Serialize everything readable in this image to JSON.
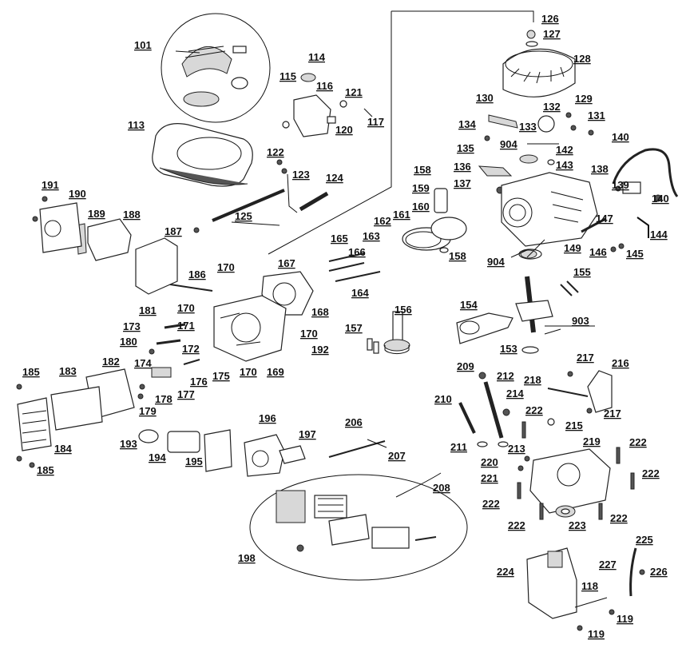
{
  "labels": [
    "101",
    "113",
    "114",
    "115",
    "116",
    "117",
    "118",
    "119",
    "120",
    "121",
    "122",
    "123",
    "124",
    "125",
    "126",
    "127",
    "128",
    "129",
    "130",
    "131",
    "132",
    "133",
    "134",
    "135",
    "136",
    "137",
    "138",
    "139",
    "140",
    "142",
    "143",
    "144",
    "145",
    "146",
    "147",
    "149",
    "153",
    "154",
    "155",
    "156",
    "157",
    "158",
    "159",
    "160",
    "161",
    "162",
    "163",
    "164",
    "165",
    "166",
    "167",
    "168",
    "169",
    "170",
    "171",
    "172",
    "173",
    "174",
    "175",
    "176",
    "177",
    "178",
    "179",
    "180",
    "181",
    "182",
    "183",
    "184",
    "185",
    "186",
    "187",
    "188",
    "189",
    "190",
    "191",
    "192",
    "193",
    "194",
    "195",
    "196",
    "197",
    "198",
    "206",
    "207",
    "208",
    "209",
    "210",
    "211",
    "212",
    "213",
    "214",
    "215",
    "216",
    "217",
    "218",
    "219",
    "220",
    "221",
    "222",
    "223",
    "224",
    "225",
    "226",
    "227",
    "903",
    "904"
  ]
}
